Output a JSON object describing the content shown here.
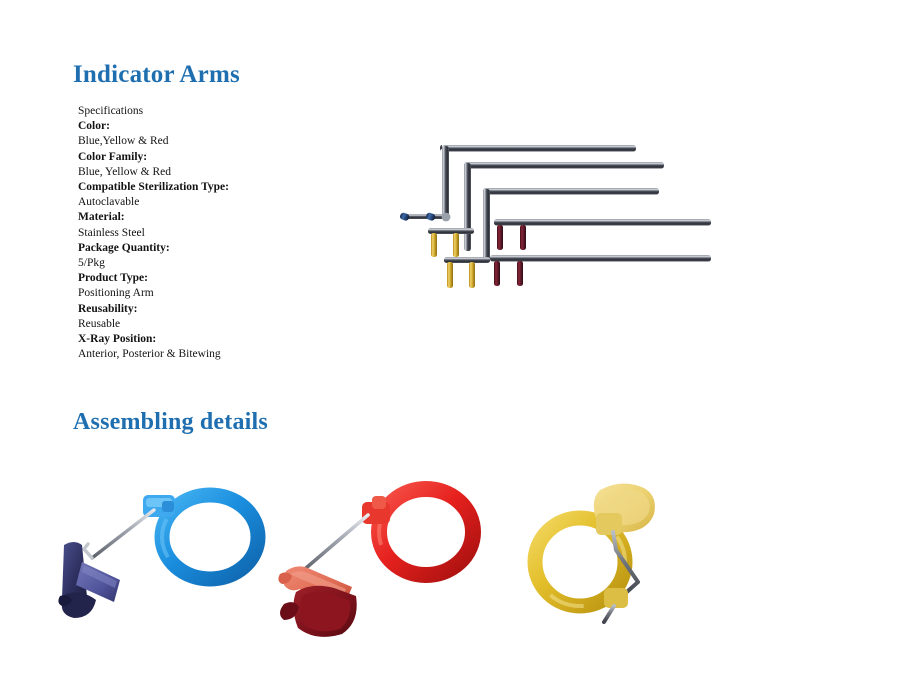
{
  "page": {
    "background_color": "#ffffff",
    "heading_color": "#1f6fb0",
    "body_text_color": "#131313"
  },
  "sections": {
    "indicator_arms": {
      "title": "Indicator Arms",
      "spec_heading": "Specifications",
      "specs": [
        {
          "label": "Color:",
          "value": "Blue,Yellow & Red"
        },
        {
          "label": "Color Family:",
          "value": "Blue, Yellow & Red"
        },
        {
          "label": "Compatible Sterilization Type:",
          "value": "Autoclavable"
        },
        {
          "label": "Material:",
          "value": "Stainless Steel"
        },
        {
          "label": "Package Quantity:",
          "value": "5/Pkg"
        },
        {
          "label": "Product Type:",
          "value": "Positioning Arm"
        },
        {
          "label": "Reusability:",
          "value": "Reusable"
        },
        {
          "label": "X-Ray Position:",
          "value": "Anterior, Posterior & Bitewing"
        }
      ],
      "photo": {
        "name": "indicator-arms-photo",
        "description": "Five stainless steel L-shaped positioning arms with colored locator pins",
        "arm_count": 5,
        "pin_colors": [
          "#2b4d80",
          "#c9a227",
          "#5a1a2a"
        ],
        "metal_color": "#3c3f49"
      }
    },
    "assembling_details": {
      "title": "Assembling details",
      "items": [
        {
          "name": "blue-assembly",
          "color_label": "Blue",
          "ring_color": "#1f8fe0",
          "connector_color": "#46b0ef",
          "block_color": "#32336a",
          "pad_color": "#5a5f9e",
          "arm_color": "#b9bcc4"
        },
        {
          "name": "red-assembly",
          "color_label": "Red",
          "ring_color": "#e8221f",
          "connector_color": "#e03b2e",
          "block_color": "#8c1520",
          "pad_color": "#e4705c",
          "arm_color": "#b9bcc4"
        },
        {
          "name": "yellow-assembly",
          "color_label": "Yellow",
          "ring_color": "#e8c32a",
          "connector_color": "#e2c046",
          "block_color": "#efd475",
          "pad_color": "#e9cf6a",
          "arm_color": "#6e7078"
        }
      ]
    }
  }
}
